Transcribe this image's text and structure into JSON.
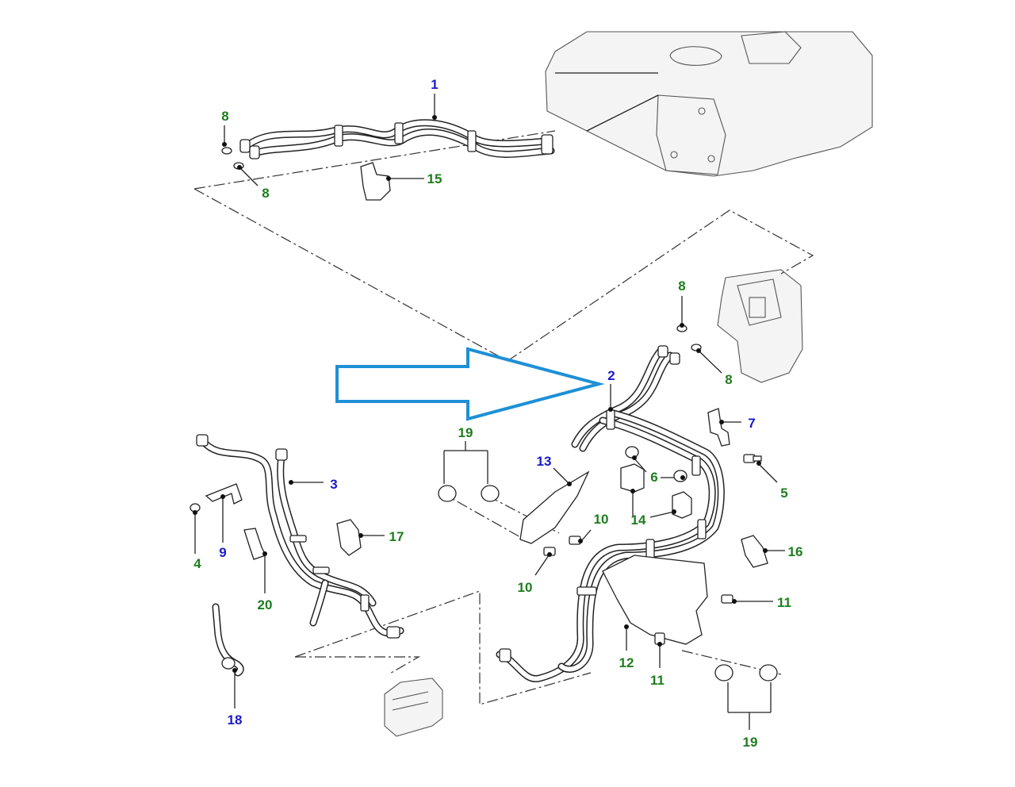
{
  "highlight_arrow": {
    "color": "#1e90d6",
    "points_to": "2"
  },
  "callout_colors": {
    "blue": "#1a1acc",
    "green": "#1e7d1e"
  },
  "callouts": {
    "c1": "1",
    "c2": "2",
    "c3": "3",
    "c4": "4",
    "c5": "5",
    "c6": "6",
    "c7": "7",
    "c8a": "8",
    "c8b": "8",
    "c8c": "8",
    "c8d": "8",
    "c9": "9",
    "c10a": "10",
    "c10b": "10",
    "c11a": "11",
    "c11b": "11",
    "c12": "12",
    "c13": "13",
    "c14": "14",
    "c15": "15",
    "c16": "16",
    "c17": "17",
    "c18": "18",
    "c19a": "19",
    "c19b": "19",
    "c20": "20"
  }
}
